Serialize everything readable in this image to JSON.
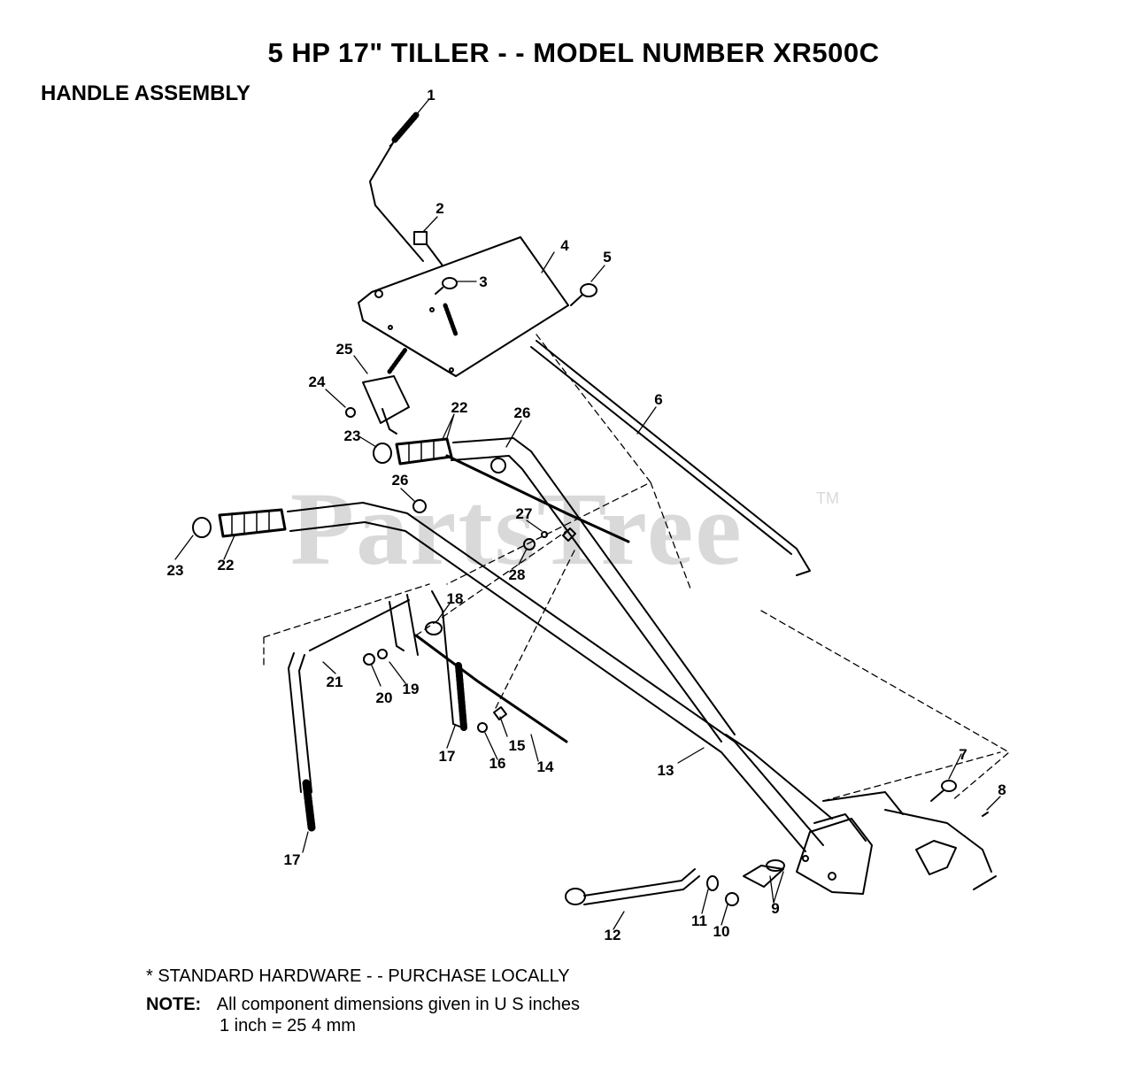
{
  "title": "5 HP 17\" TILLER - - MODEL NUMBER XR500C",
  "subtitle": "HANDLE ASSEMBLY",
  "watermark": "PartsTree",
  "watermark_tm": "TM",
  "callouts": [
    "1",
    "2",
    "3",
    "4",
    "5",
    "6",
    "7",
    "8",
    "9",
    "10",
    "11",
    "12",
    "13",
    "14",
    "15",
    "16",
    "17",
    "17",
    "18",
    "19",
    "20",
    "21",
    "22",
    "22",
    "23",
    "23",
    "24",
    "25",
    "26",
    "26",
    "27",
    "28"
  ],
  "footer": {
    "standard_hardware": "*  STANDARD HARDWARE - - PURCHASE LOCALLY",
    "note_label": "NOTE:",
    "note_line1": "All component dimensions given in U S  inches",
    "note_line2": "1 inch = 25 4 mm"
  }
}
